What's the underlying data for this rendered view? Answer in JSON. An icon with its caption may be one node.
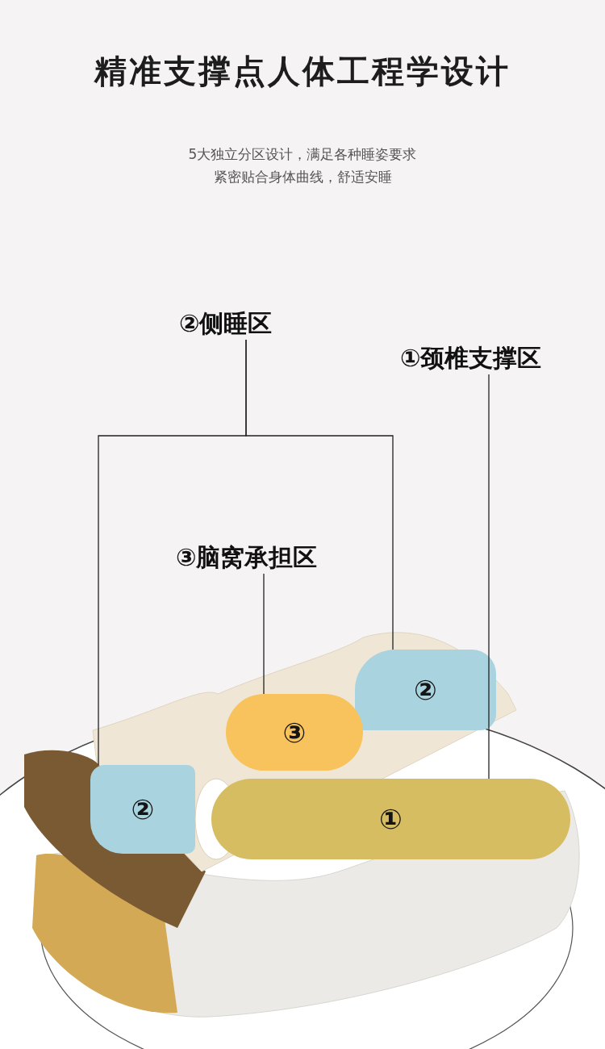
{
  "diagram": {
    "title": "精准支撑点人体工程学设计",
    "nodes": [
      {
        "text": [
          "②侧睡区"
        ]
      },
      {
        "text": [
          "①颈椎支撑区"
        ]
      },
      {
        "text": [
          "③脑窝承担区"
        ]
      },
      {
        "text": [
          "②"
        ]
      },
      {
        "text": [
          "②"
        ]
      },
      {
        "text": [
          "③"
        ]
      },
      {
        "text": [
          "①"
        ]
      }
    ],
    "edges": [
      {
        "from": 0,
        "to": 3,
        "arrow": "none"
      },
      {
        "from": 0,
        "to": 4,
        "arrow": "none"
      },
      {
        "from": 2,
        "to": 5,
        "arrow": "none"
      },
      {
        "from": 1,
        "to": 6,
        "arrow": "none"
      }
    ],
    "labels": [
      "5大独立分区设计，满足各种睡姿要求",
      "紧密贴合身体曲线，舒适安睡"
    ]
  }
}
